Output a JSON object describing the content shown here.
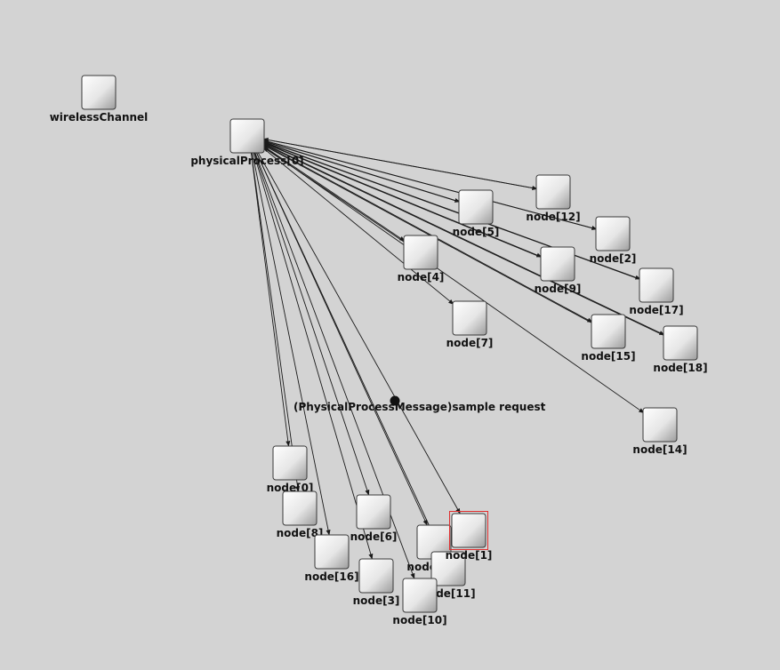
{
  "network": {
    "nodes": [
      {
        "id": "wirelessChannel",
        "label": "wirelessChannel"
      },
      {
        "id": "physicalProcess",
        "label": "physicalProcess[0]"
      },
      {
        "id": "n12",
        "label": "node[12]"
      },
      {
        "id": "n5",
        "label": "node[5]"
      },
      {
        "id": "n2",
        "label": "node[2]"
      },
      {
        "id": "n4",
        "label": "node[4]"
      },
      {
        "id": "n9",
        "label": "node[9]"
      },
      {
        "id": "n17",
        "label": "node[17]"
      },
      {
        "id": "n7",
        "label": "node[7]"
      },
      {
        "id": "n15",
        "label": "node[15]"
      },
      {
        "id": "n18",
        "label": "node[18]"
      },
      {
        "id": "n14",
        "label": "node[14]"
      },
      {
        "id": "n0",
        "label": "node[0]"
      },
      {
        "id": "n8",
        "label": "node[8]"
      },
      {
        "id": "n6",
        "label": "node[6]"
      },
      {
        "id": "n16",
        "label": "node[16]"
      },
      {
        "id": "n3",
        "label": "node[3]"
      },
      {
        "id": "n13",
        "label": "node[13]"
      },
      {
        "id": "n11",
        "label": "node[11]"
      },
      {
        "id": "n10",
        "label": "node[10]"
      },
      {
        "id": "n1",
        "label": "node[1]",
        "selected": true
      }
    ],
    "edges": [
      {
        "from": "physicalProcess",
        "to": "n12"
      },
      {
        "from": "physicalProcess",
        "to": "n5"
      },
      {
        "from": "physicalProcess",
        "to": "n2"
      },
      {
        "from": "physicalProcess",
        "to": "n4"
      },
      {
        "from": "physicalProcess",
        "to": "n9"
      },
      {
        "from": "physicalProcess",
        "to": "n17"
      },
      {
        "from": "physicalProcess",
        "to": "n7"
      },
      {
        "from": "physicalProcess",
        "to": "n15"
      },
      {
        "from": "physicalProcess",
        "to": "n18"
      },
      {
        "from": "physicalProcess",
        "to": "n14"
      },
      {
        "from": "physicalProcess",
        "to": "n0"
      },
      {
        "from": "physicalProcess",
        "to": "n8"
      },
      {
        "from": "physicalProcess",
        "to": "n6"
      },
      {
        "from": "physicalProcess",
        "to": "n16"
      },
      {
        "from": "physicalProcess",
        "to": "n3"
      },
      {
        "from": "physicalProcess",
        "to": "n13"
      },
      {
        "from": "physicalProcess",
        "to": "n11"
      },
      {
        "from": "physicalProcess",
        "to": "n10"
      },
      {
        "from": "physicalProcess",
        "to": "n1"
      },
      {
        "from": "n12",
        "to": "physicalProcess"
      },
      {
        "from": "n2",
        "to": "physicalProcess"
      },
      {
        "from": "n17",
        "to": "physicalProcess"
      },
      {
        "from": "n18",
        "to": "physicalProcess"
      },
      {
        "from": "n15",
        "to": "physicalProcess"
      },
      {
        "from": "n9",
        "to": "physicalProcess"
      },
      {
        "from": "n5",
        "to": "physicalProcess"
      },
      {
        "from": "n4",
        "to": "physicalProcess"
      }
    ],
    "message": {
      "label": "(PhysicalProcessMessage)sample request",
      "from": "physicalProcess",
      "to": "n1"
    },
    "colors": {
      "background": "#d3d3d3",
      "selection": "#e03030",
      "edge": "#1a1a1a"
    }
  }
}
